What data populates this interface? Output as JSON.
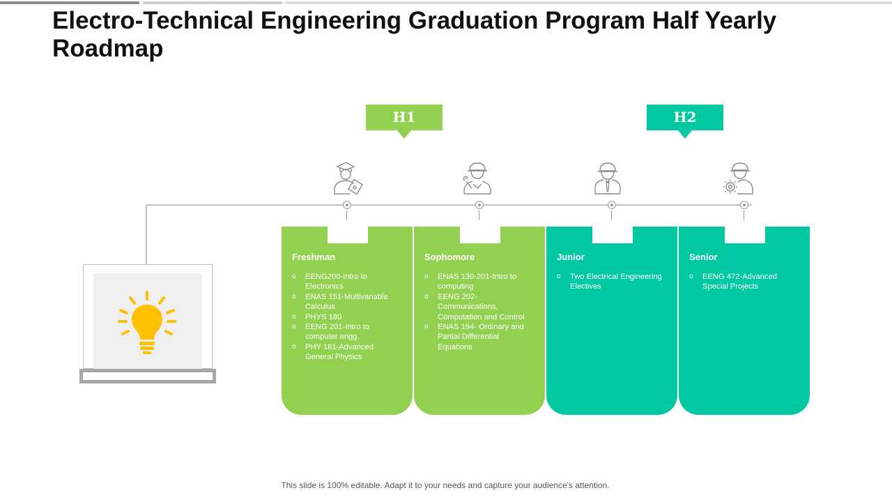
{
  "title": "Electro-Technical Engineering Graduation Program Half Yearly Roadmap",
  "halves": [
    {
      "label": "H1",
      "color": "#92d050"
    },
    {
      "label": "H2",
      "color": "#00c9a1"
    }
  ],
  "stages": [
    {
      "title": "Freshman",
      "icon": "graduate-icon",
      "color": "#92d050",
      "items": [
        "EENG200-Intro to Electronics",
        "ENAS 151-Multivariable Calculus",
        "PHYS 180",
        "EENG 201-Intro to computer engg.",
        "PHY 181-Advanced General Physics"
      ]
    },
    {
      "title": "Sophomore",
      "icon": "engineer-wrench-icon",
      "color": "#92d050",
      "items": [
        "ENAS 130-201-Intro to computing",
        "EENG 202-Communications, Computation and Control",
        "ENAS 194- Ordinary and Partial Differential Equations"
      ]
    },
    {
      "title": "Junior",
      "icon": "worker-tie-icon",
      "color": "#00c9a1",
      "items": [
        "Two Electrical Engineering Electives"
      ]
    },
    {
      "title": "Senior",
      "icon": "engineer-gear-icon",
      "color": "#00c9a1",
      "items": [
        "EENG 472-Advanced Special Projects"
      ]
    }
  ],
  "illustration": {
    "icon": "lightbulb-icon",
    "device": "laptop-icon",
    "bulb_color": "#ffc000"
  },
  "footer": "This slide is 100% editable. Adapt it to your needs and capture your audience's attention."
}
